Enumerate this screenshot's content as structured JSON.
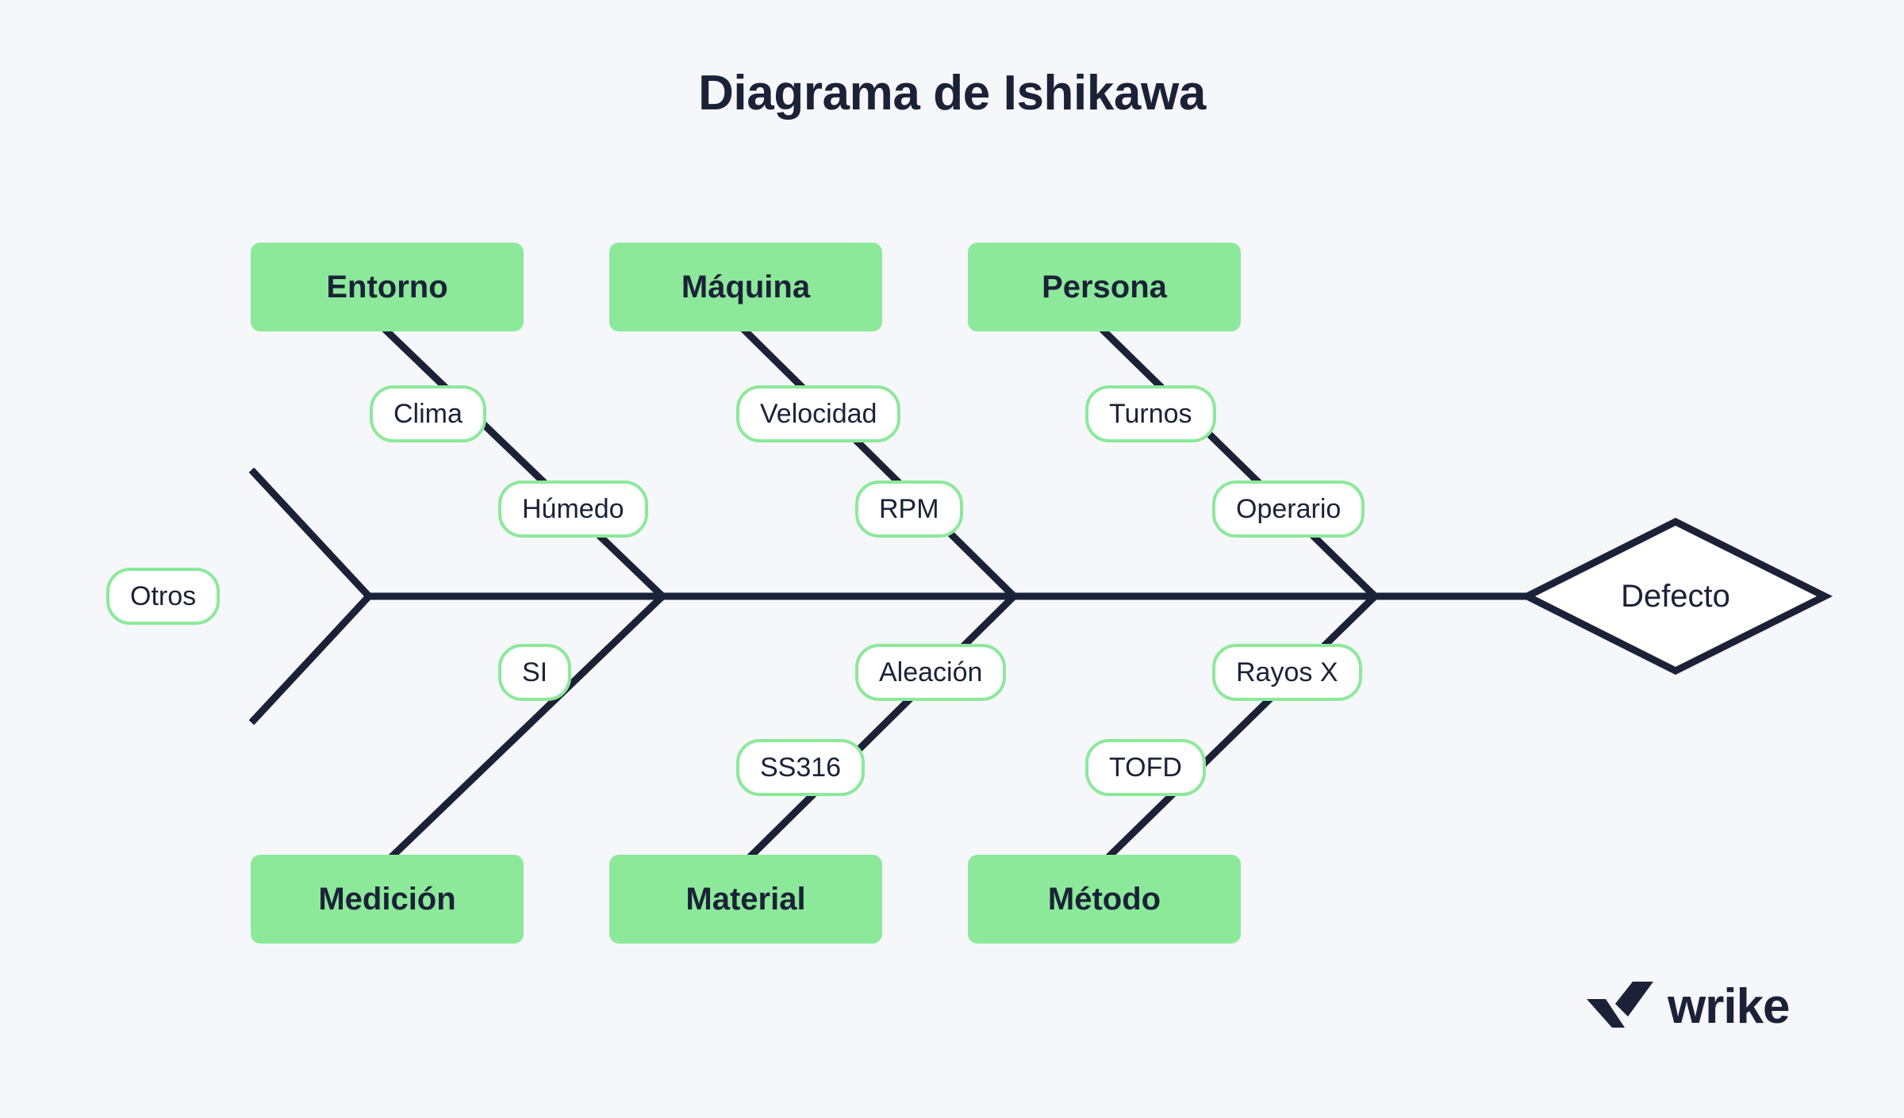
{
  "title": "Diagrama de Ishikawa",
  "colors": {
    "background": "#F5F7FA",
    "category_fill": "#8CE99A",
    "sub_border": "#8CE99A",
    "sub_fill": "#FFFFFF",
    "line": "#1B2238",
    "text": "#1B2238"
  },
  "effect": {
    "label": "Defecto"
  },
  "tail": {
    "label": "Otros"
  },
  "branches": [
    {
      "category": "Entorno",
      "position": "top",
      "causes": [
        "Clima",
        "Húmedo"
      ]
    },
    {
      "category": "Máquina",
      "position": "top",
      "causes": [
        "Velocidad",
        "RPM"
      ]
    },
    {
      "category": "Persona",
      "position": "top",
      "causes": [
        "Turnos",
        "Operario"
      ]
    },
    {
      "category": "Medición",
      "position": "bottom",
      "causes": [
        "SI"
      ]
    },
    {
      "category": "Material",
      "position": "bottom",
      "causes": [
        "SS316",
        "Aleación"
      ]
    },
    {
      "category": "Método",
      "position": "bottom",
      "causes": [
        "TOFD",
        "Rayos X"
      ]
    }
  ],
  "brand": {
    "name": "wrike",
    "mark": "wrike-checkmark-icon"
  }
}
